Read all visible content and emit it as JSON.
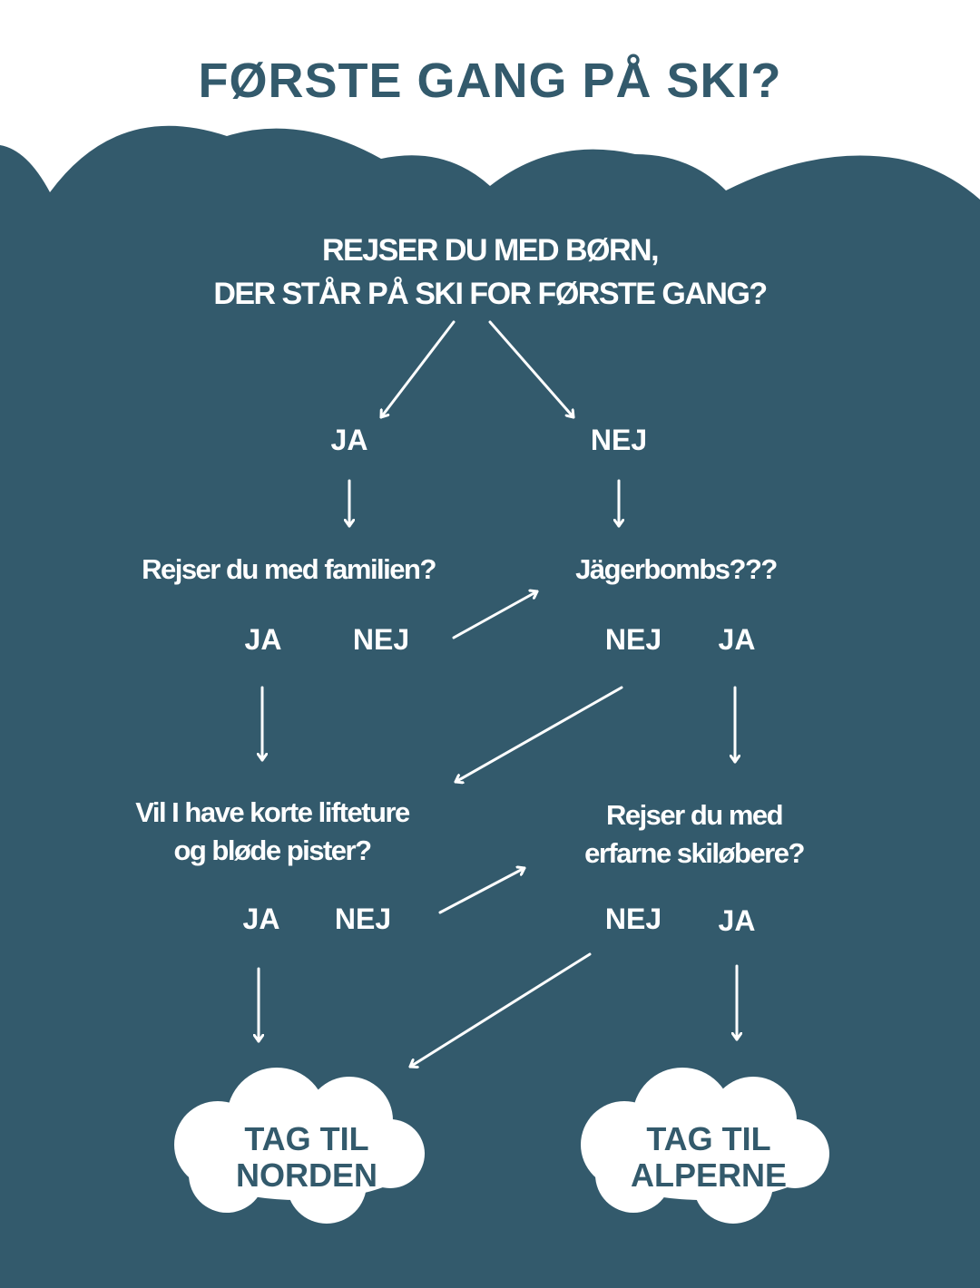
{
  "title": "FØRSTE GANG PÅ SKI?",
  "colors": {
    "accent": "#335a6c",
    "background": "#ffffff",
    "text_on_accent": "#ffffff"
  },
  "questions": {
    "q1": [
      "REJSER DU MED BØRN,",
      "DER STÅR PÅ SKI FOR FØRSTE GANG?"
    ],
    "q2": [
      "Rejser du med familien?"
    ],
    "q3": [
      "Jägerbombs???"
    ],
    "q4": [
      "Vil I have korte lifteture",
      "og bløde pister?"
    ],
    "q5": [
      "Rejser du med",
      "erfarne skiløbere?"
    ]
  },
  "answers": {
    "q1_yes": "JA",
    "q1_no": "NEJ",
    "q2_yes": "JA",
    "q2_no": "NEJ",
    "q3_no": "NEJ",
    "q3_yes": "JA",
    "q4_yes": "JA",
    "q4_no": "NEJ",
    "q5_no": "NEJ",
    "q5_yes": "JA"
  },
  "outcomes": {
    "nordic": [
      "TAG TIL",
      "NORDEN"
    ],
    "alps": [
      "TAG TIL",
      "ALPERNE"
    ]
  }
}
